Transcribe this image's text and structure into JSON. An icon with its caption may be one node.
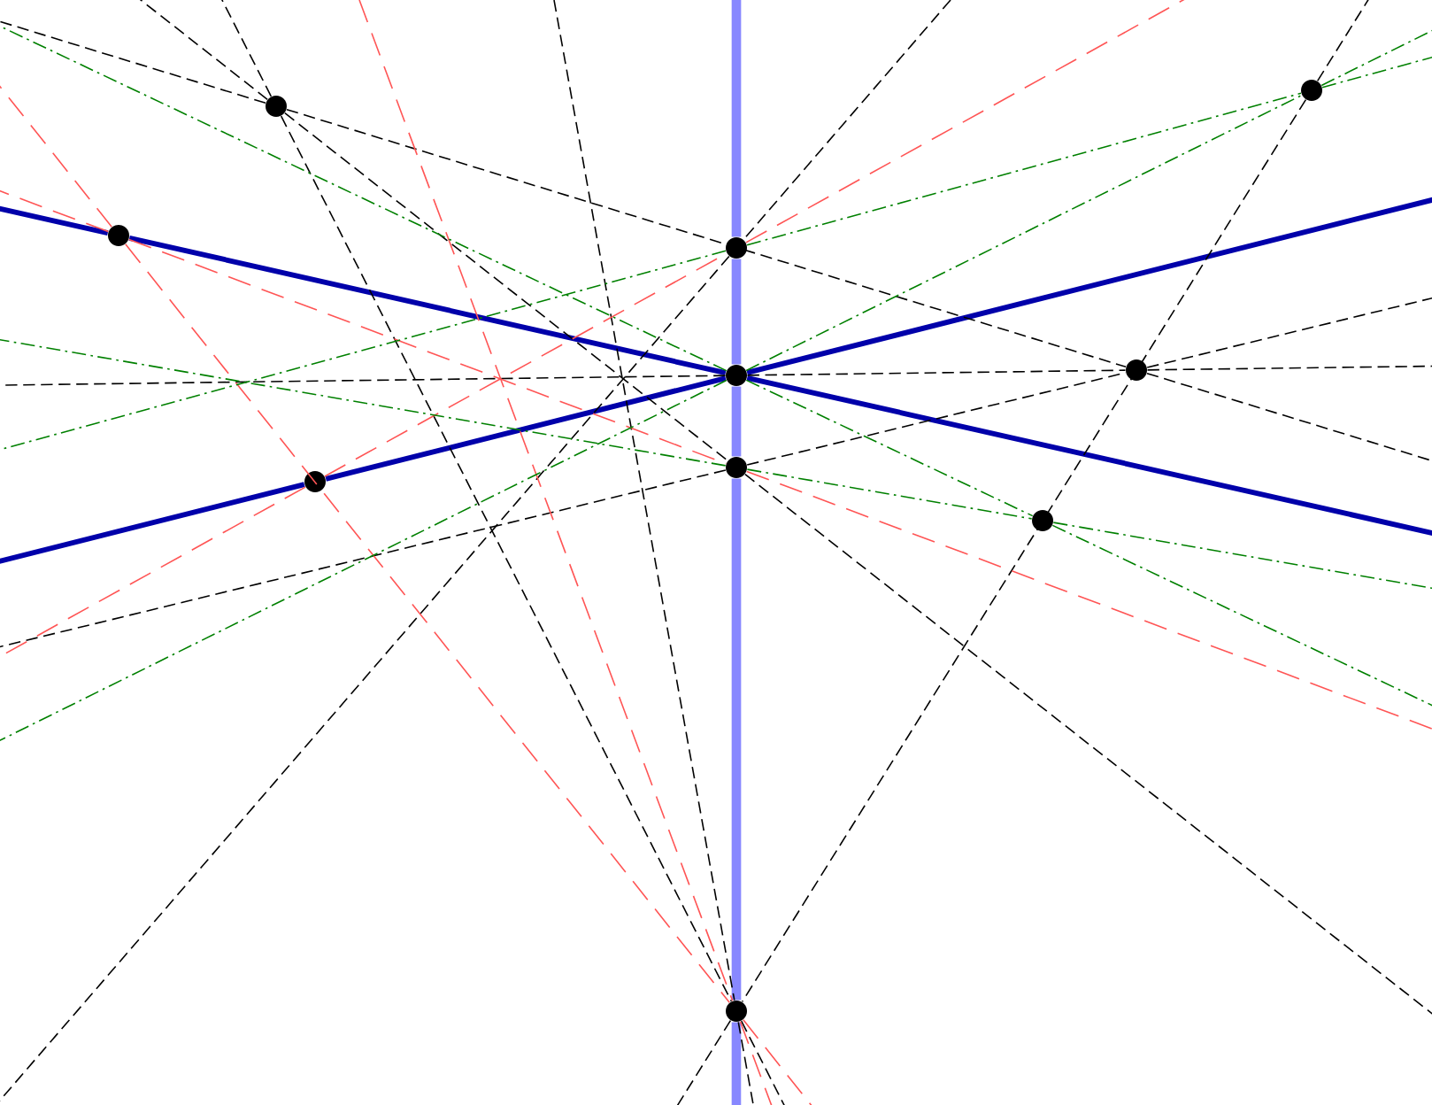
{
  "diagram": {
    "nodes": [
      {
        "text": [],
        "shape": "circle"
      },
      {
        "text": [],
        "shape": "circle"
      },
      {
        "text": [],
        "shape": "circle"
      },
      {
        "text": [],
        "shape": "circle"
      },
      {
        "text": [],
        "shape": "circle"
      },
      {
        "text": [],
        "shape": "circle"
      },
      {
        "text": [],
        "shape": "circle"
      },
      {
        "text": [],
        "shape": "circle"
      },
      {
        "text": [],
        "shape": "circle"
      },
      {
        "text": [],
        "shape": "circle"
      }
    ],
    "edges": [
      {
        "from": 2,
        "to": 4,
        "arrow": "none",
        "style": "thick",
        "color": "#0000aa"
      },
      {
        "from": 7,
        "to": 4,
        "arrow": "none",
        "style": "thick",
        "color": "#0000aa"
      },
      {
        "from": 3,
        "to": 4,
        "arrow": "none",
        "style": "thick",
        "color": "#8888ff"
      },
      {
        "from": 4,
        "to": 6,
        "arrow": "none",
        "style": "thick",
        "color": "#8888ff"
      },
      {
        "from": 6,
        "to": 9,
        "arrow": "none",
        "style": "thick",
        "color": "#8888ff"
      },
      {
        "from": 0,
        "to": 5,
        "arrow": "none",
        "style": "dashed"
      },
      {
        "from": 0,
        "to": 6,
        "arrow": "none",
        "style": "dashed"
      },
      {
        "from": 0,
        "to": 9,
        "arrow": "none",
        "style": "dashed"
      },
      {
        "from": 4,
        "to": 5,
        "arrow": "none",
        "style": "dashed"
      },
      {
        "from": 6,
        "to": 5,
        "arrow": "none",
        "style": "dashed"
      },
      {
        "from": 1,
        "to": 9,
        "arrow": "none",
        "style": "dashed"
      },
      {
        "from": null,
        "to": 3,
        "arrow": "none",
        "style": "dashed"
      },
      {
        "from": null,
        "to": 9,
        "arrow": "none",
        "style": "dashed"
      },
      {
        "from": null,
        "to": 9,
        "arrow": "none",
        "style": "dashed",
        "color": "#ff5555"
      },
      {
        "from": 2,
        "to": 9,
        "arrow": "none",
        "style": "dashed",
        "color": "#ff5555"
      },
      {
        "from": 2,
        "to": 6,
        "arrow": "none",
        "style": "dashed",
        "color": "#ff5555"
      },
      {
        "from": 7,
        "to": 3,
        "arrow": "none",
        "style": "dashed",
        "color": "#ff5555"
      },
      {
        "from": 4,
        "to": 8,
        "arrow": "none",
        "style": "dashed",
        "color": "#008000"
      },
      {
        "from": 6,
        "to": 8,
        "arrow": "none",
        "style": "dashed",
        "color": "#008000"
      },
      {
        "from": 3,
        "to": 1,
        "arrow": "none",
        "style": "dashed",
        "color": "#008000"
      },
      {
        "from": 4,
        "to": 1,
        "arrow": "none",
        "style": "dashed",
        "color": "#008000"
      }
    ]
  }
}
